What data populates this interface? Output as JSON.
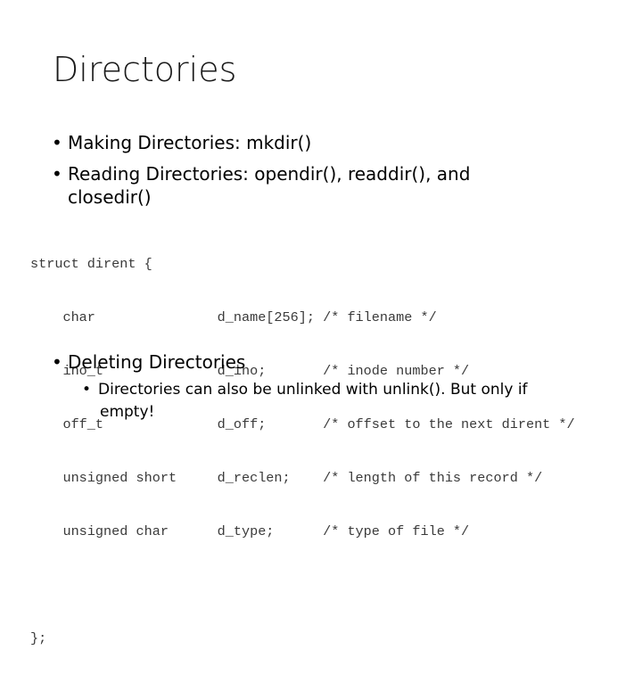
{
  "slide": {
    "title": "Directories",
    "bullets": {
      "b1": "Making Directories: mkdir()",
      "b2_line1": "Reading Directories: opendir(), readdir(), and",
      "b2_line2": "closedir()",
      "b3": "Deleting Directories",
      "b4_line1": "Directories can also be unlinked with unlink(). But only if",
      "b4_line2": "empty!"
    },
    "bullet_glyph": "•",
    "code": [
      "struct dirent {",
      "    char               d_name[256]; /* filename */",
      "    ino_t              d_ino;       /* inode number */",
      "    off_t              d_off;       /* offset to the next dirent */",
      "    unsigned short     d_reclen;    /* length of this record */",
      "    unsigned char      d_type;      /* type of file */",
      "",
      "};"
    ]
  }
}
